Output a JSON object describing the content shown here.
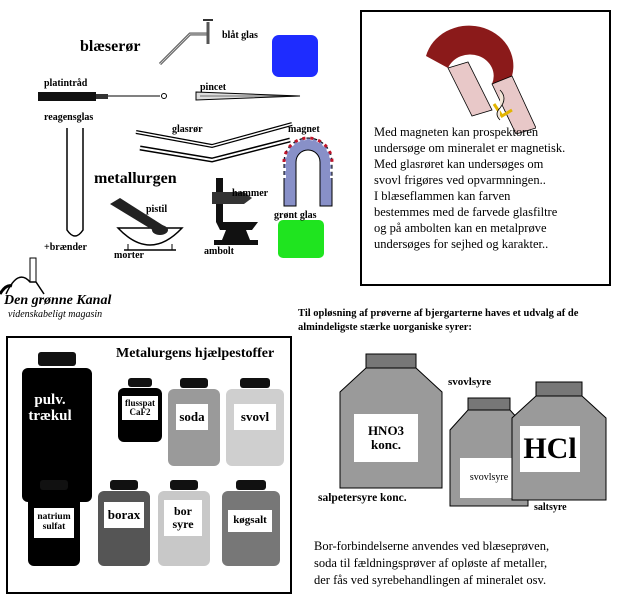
{
  "tools": {
    "blaeseroer": "blæserør",
    "blaat_glas": "blåt glas",
    "platintraad": "platintråd",
    "pincet": "pincet",
    "reagensglas": "reagensglas",
    "glasroer": "glasrør",
    "magnet": "magnet",
    "metallurgen": "metallurgen",
    "hammer": "hammer",
    "groent_glas": "grønt glas",
    "pistil": "pistil",
    "braender": "+brænder",
    "morter": "morter",
    "ambolt": "ambolt"
  },
  "logo": {
    "name": "Den grønne Kanal",
    "tagline": "videnskabeligt magasin"
  },
  "info_box": {
    "lines": [
      "Med magneten kan prospektoren",
      "undersøge om mineralet er magnetisk.",
      "Med glasrøret kan undersøges om",
      "svovl frigøres ved opvarmningen..",
      "I blæseflammen kan farven",
      "bestemmes med de farvede glasfiltre",
      "og på ambolten kan en metalprøve",
      "undersøges for sejhed og karakter.."
    ]
  },
  "acids": {
    "heading": "Til opløsning af prøverne af bjergarterne haves et udvalg af de almindeligste stærke uorganiske syrer:",
    "svovlsyre_title": "svovlsyre",
    "hno3_tag": "HNO3 konc.",
    "svovlsyre_tag": "svovlsyre",
    "hcl_tag": "HCl",
    "salpetersyre_caption": "salpetersyre konc.",
    "saltsyre_caption": "saltsyre",
    "footer_lines": [
      "Bor-forbindelserne anvendes ved blæseprøven,",
      "soda til fældningsprøver af opløste af metaller,",
      "der fås ved syrebehandlingen af mineralet osv."
    ]
  },
  "helpers": {
    "title": "Metalurgens hjælpestoffer",
    "jars": [
      {
        "label": "pulv. trækul"
      },
      {
        "label": "flusspat CaF2"
      },
      {
        "label": "soda"
      },
      {
        "label": "svovl"
      },
      {
        "label": "natrium sulfat"
      },
      {
        "label": "borax"
      },
      {
        "label": "bor syre"
      },
      {
        "label": "køgsalt"
      }
    ]
  },
  "colors": {
    "blue_glass": "#1e2cff",
    "green_glass": "#1fe41f",
    "magnet_red": "#8b1a1a",
    "bottle_gray": "#9a9a9a"
  }
}
